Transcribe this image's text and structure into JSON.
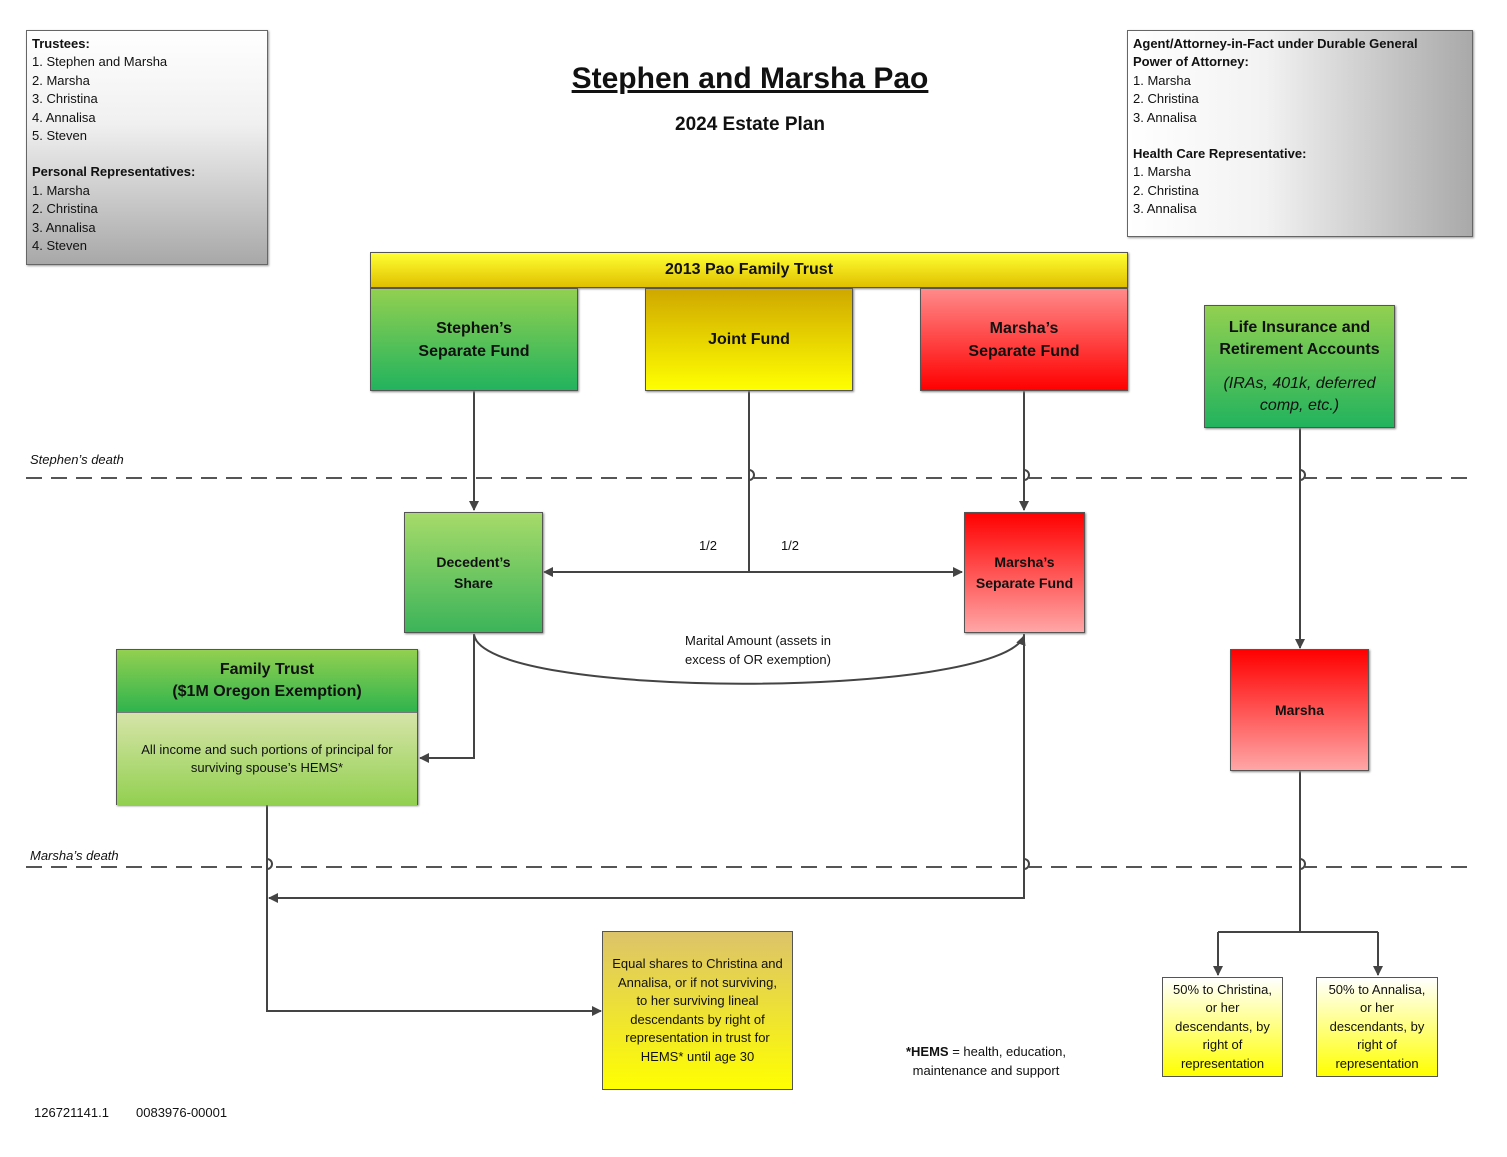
{
  "title": "Stephen and Marsha Pao",
  "subtitle": "2024 Estate Plan",
  "trustees": {
    "heading": "Trustees:",
    "items": [
      "1. Stephen and Marsha",
      "2. Marsha",
      "3. Christina",
      "4. Annalisa",
      "5. Steven"
    ],
    "reps_heading": "Personal Representatives:",
    "reps": [
      "1. Marsha",
      "2. Christina",
      "3. Annalisa",
      "4. Steven"
    ]
  },
  "agents": {
    "heading_line1": "Agent/Attorney-in-Fact under Durable General",
    "heading_line2": "Power of Attorney:",
    "items": [
      "1. Marsha",
      "2. Christina",
      "3. Annalisa"
    ],
    "health_heading": "Health Care Representative:",
    "health": [
      "1. Marsha",
      "2. Christina",
      "3. Annalisa"
    ]
  },
  "trust_banner": "2013 Pao Family Trust",
  "stephens_fund": {
    "line1": "Stephen’s",
    "line2": "Separate Fund"
  },
  "joint_fund": "Joint Fund",
  "marshas_fund": {
    "line1": "Marsha’s",
    "line2": "Separate Fund"
  },
  "life_insurance": {
    "line1": "Life Insurance and",
    "line2": "Retirement Accounts",
    "line3": "(IRAs, 401k, deferred",
    "line4": "comp, etc.)"
  },
  "stephens_death": "Stephen’s death",
  "marshas_death": "Marsha’s death",
  "decedents_share": {
    "line1": "Decedent’s",
    "line2": "Share"
  },
  "marshas_fund2": {
    "line1": "Marsha’s",
    "line2": "Separate Fund"
  },
  "half_left": "1/2",
  "half_right": "1/2",
  "marital_amount": {
    "line1": "Marital Amount (assets in",
    "line2": "excess of OR exemption)"
  },
  "family_trust": {
    "line1": "Family Trust",
    "line2": "($1M Oregon Exemption)",
    "body_line1": "All income and such portions of principal for",
    "body_line2": "surviving spouse’s HEMS*"
  },
  "marsha": "Marsha",
  "equal_shares": [
    "Equal shares to Christina and",
    "Annalisa, or if not surviving,",
    "to her surviving lineal",
    "descendants by right of",
    "representation in trust for",
    "HEMS* until age 30"
  ],
  "christina_share": [
    "50% to Christina,",
    "or her",
    "descendants, by",
    "right of",
    "representation"
  ],
  "annalisa_share": [
    "50% to Annalisa,",
    "or her",
    "descendants, by",
    "right of",
    "representation"
  ],
  "hems_note": {
    "bold": "*HEMS",
    "rest": " = health, education,",
    "line2": "maintenance and support"
  },
  "footer": {
    "doc_id": "126721141.1",
    "matter_id": "0083976-00001"
  }
}
